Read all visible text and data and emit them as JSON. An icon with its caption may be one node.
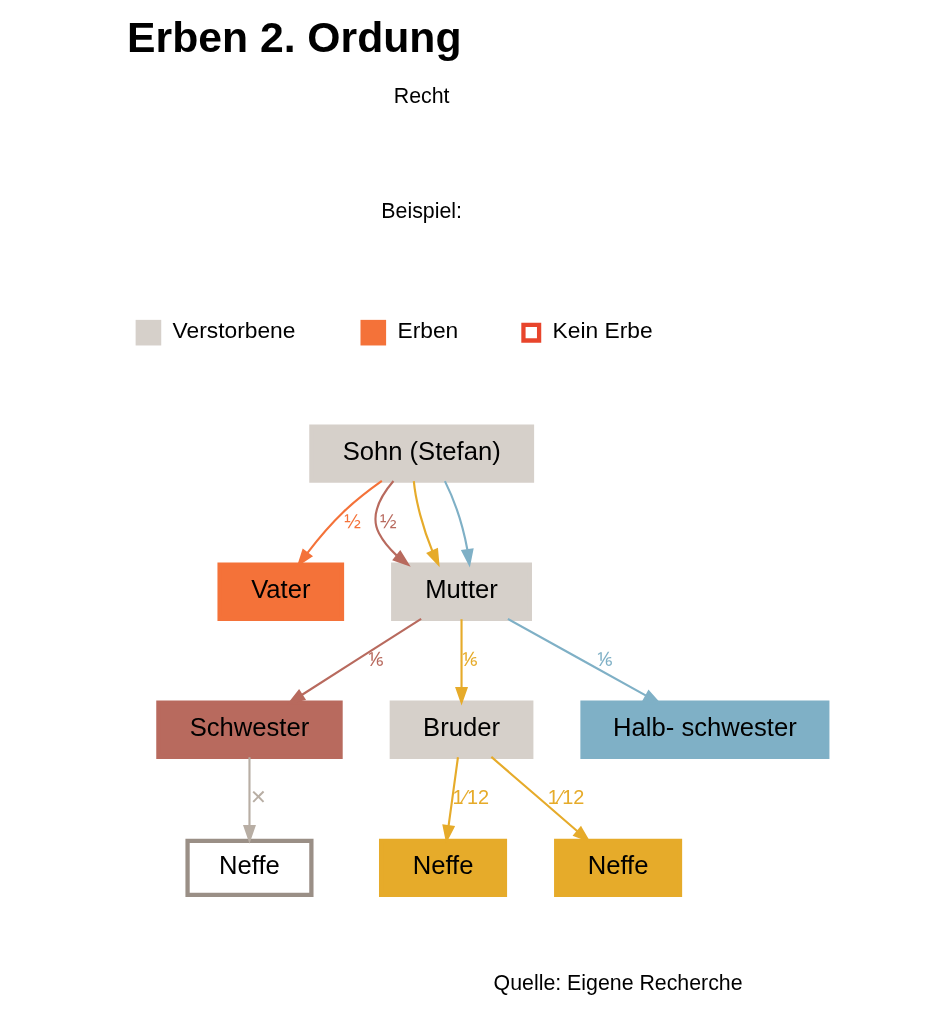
{
  "diagram": {
    "title": "Erben 2. Ordung",
    "nodes": [
      {
        "text": [
          "Sohn (Stefan)"
        ]
      },
      {
        "text": [
          "Vater"
        ]
      },
      {
        "text": [
          "Mutter"
        ]
      },
      {
        "text": [
          "Schwester"
        ]
      },
      {
        "text": [
          "Bruder"
        ]
      },
      {
        "text": [
          "Halb- schwester"
        ]
      },
      {
        "text": [
          "Neffe"
        ]
      },
      {
        "text": [
          "Neffe"
        ]
      },
      {
        "text": [
          "Neffe"
        ]
      }
    ],
    "edges": [
      {
        "from": 0,
        "to": 1,
        "arrow": "to",
        "label": "½",
        "color": "#f47239"
      },
      {
        "from": 0,
        "to": 2,
        "arrow": "to",
        "label": "½",
        "color": "#b86a5e"
      },
      {
        "from": 0,
        "to": 2,
        "arrow": "to",
        "color": "#e6ab2a"
      },
      {
        "from": 0,
        "to": 2,
        "arrow": "to",
        "color": "#7fb0c6"
      },
      {
        "from": 2,
        "to": 3,
        "arrow": "to",
        "label": "⅙",
        "color": "#b86a5e"
      },
      {
        "from": 2,
        "to": 4,
        "arrow": "to",
        "label": "⅙",
        "color": "#e6ab2a"
      },
      {
        "from": 2,
        "to": 5,
        "arrow": "to",
        "label": "⅙",
        "color": "#7fb0c6"
      },
      {
        "from": 3,
        "to": 6,
        "arrow": "to",
        "label": "✕",
        "color": "#b8aea4"
      },
      {
        "from": 4,
        "to": 7,
        "arrow": "to",
        "label": "1⁄12",
        "color": "#e6ab2a"
      },
      {
        "from": 4,
        "to": 8,
        "arrow": "to",
        "label": "1⁄12",
        "color": "#e6ab2a"
      }
    ],
    "labels": [
      "Recht",
      "Beispiel:",
      "Quelle: Eigene Recherche"
    ],
    "legend": [
      {
        "text": "Verstorbene",
        "color": "#d6d0ca"
      },
      {
        "text": "Erben",
        "color": "#f47239"
      },
      {
        "text": "Kein Erbe"
      }
    ]
  }
}
